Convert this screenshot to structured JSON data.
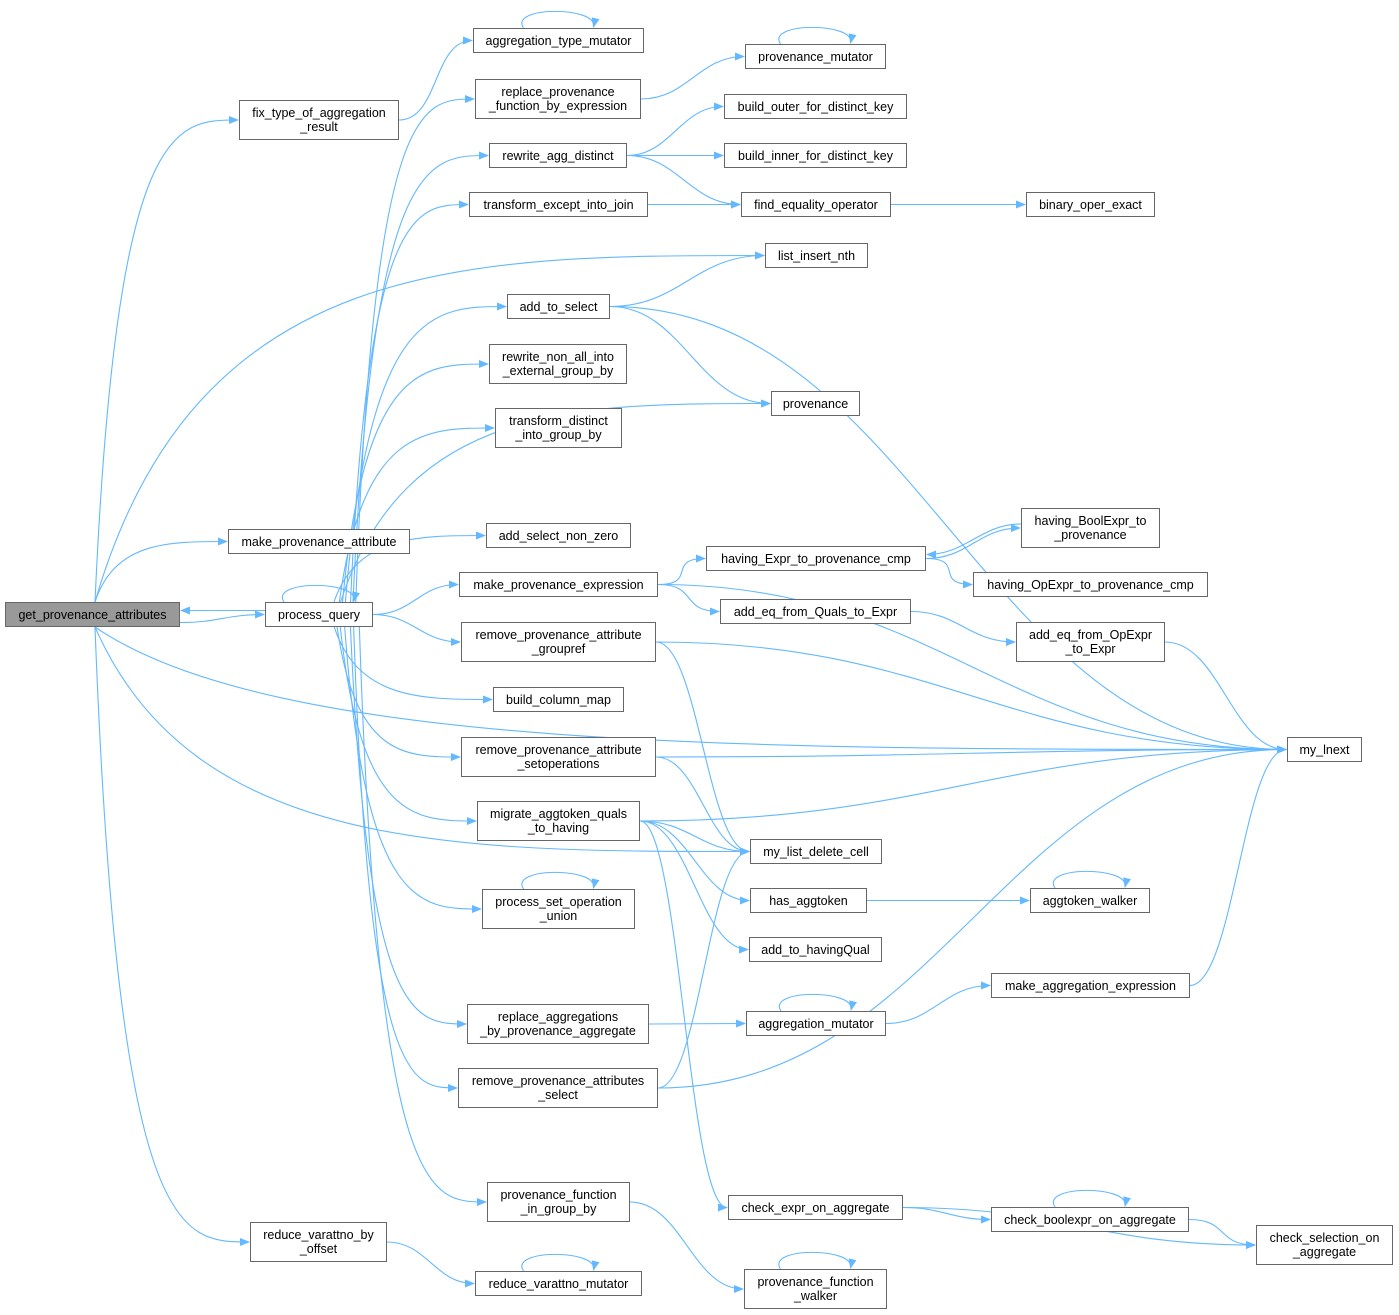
{
  "colors": {
    "edge": "#63b8ff",
    "root_fill": "#999999",
    "border": "#666666"
  },
  "root": "get_provenance_attributes",
  "nodes": {
    "get_provenance_attributes": "get_provenance_attributes",
    "fix_type_of_aggregation_result": "fix_type_of_aggregation\n_result",
    "aggregation_type_mutator": "aggregation_type_mutator",
    "provenance_mutator": "provenance_mutator",
    "replace_provenance_function_by_expression": "replace_provenance\n_function_by_expression",
    "build_outer_for_distinct_key": "build_outer_for_distinct_key",
    "rewrite_agg_distinct": "rewrite_agg_distinct",
    "build_inner_for_distinct_key": "build_inner_for_distinct_key",
    "transform_except_into_join": "transform_except_into_join",
    "find_equality_operator": "find_equality_operator",
    "binary_oper_exact": "binary_oper_exact",
    "list_insert_nth": "list_insert_nth",
    "add_to_select": "add_to_select",
    "rewrite_non_all_into_external_group_by": "rewrite_non_all_into\n_external_group_by",
    "provenance": "provenance",
    "transform_distinct_into_group_by": "transform_distinct\n_into_group_by",
    "make_provenance_attribute": "make_provenance_attribute",
    "add_select_non_zero": "add_select_non_zero",
    "having_BoolExpr_to_provenance": "having_BoolExpr_to\n_provenance",
    "having_Expr_to_provenance_cmp": "having_Expr_to_provenance_cmp",
    "make_provenance_expression": "make_provenance_expression",
    "having_OpExpr_to_provenance_cmp": "having_OpExpr_to_provenance_cmp",
    "process_query": "process_query",
    "add_eq_from_Quals_to_Expr": "add_eq_from_Quals_to_Expr",
    "remove_provenance_attribute_groupref": "remove_provenance_attribute\n_groupref",
    "add_eq_from_OpExpr_to_Expr": "add_eq_from_OpExpr\n_to_Expr",
    "build_column_map": "build_column_map",
    "my_lnext": "my_lnext",
    "remove_provenance_attribute_setoperations": "remove_provenance_attribute\n_setoperations",
    "migrate_aggtoken_quals_to_having": "migrate_aggtoken_quals\n_to_having",
    "my_list_delete_cell": "my_list_delete_cell",
    "has_aggtoken": "has_aggtoken",
    "aggtoken_walker": "aggtoken_walker",
    "process_set_operation_union": "process_set_operation\n_union",
    "add_to_havingQual": "add_to_havingQual",
    "make_aggregation_expression": "make_aggregation_expression",
    "replace_aggregations_by_provenance_aggregate": "replace_aggregations\n_by_provenance_aggregate",
    "aggregation_mutator": "aggregation_mutator",
    "remove_provenance_attributes_select": "remove_provenance_attributes\n_select",
    "provenance_function_in_group_by": "provenance_function\n_in_group_by",
    "check_expr_on_aggregate": "check_expr_on_aggregate",
    "check_boolexpr_on_aggregate": "check_boolexpr_on_aggregate",
    "check_selection_on_aggregate": "check_selection_on\n_aggregate",
    "reduce_varattno_by_offset": "reduce_varattno_by\n_offset",
    "reduce_varattno_mutator": "reduce_varattno_mutator",
    "provenance_function_walker": "provenance_function\n_walker"
  },
  "edges": [
    [
      "get_provenance_attributes",
      "fix_type_of_aggregation_result"
    ],
    [
      "get_provenance_attributes",
      "list_insert_nth"
    ],
    [
      "get_provenance_attributes",
      "make_provenance_attribute"
    ],
    [
      "get_provenance_attributes",
      "process_query"
    ],
    [
      "get_provenance_attributes",
      "my_list_delete_cell"
    ],
    [
      "get_provenance_attributes",
      "my_lnext"
    ],
    [
      "get_provenance_attributes",
      "reduce_varattno_by_offset"
    ],
    [
      "process_query",
      "get_provenance_attributes"
    ],
    [
      "process_query",
      "process_query"
    ],
    [
      "process_query",
      "replace_provenance_function_by_expression"
    ],
    [
      "process_query",
      "rewrite_agg_distinct"
    ],
    [
      "process_query",
      "transform_except_into_join"
    ],
    [
      "process_query",
      "add_to_select"
    ],
    [
      "process_query",
      "rewrite_non_all_into_external_group_by"
    ],
    [
      "process_query",
      "transform_distinct_into_group_by"
    ],
    [
      "process_query",
      "provenance"
    ],
    [
      "process_query",
      "add_select_non_zero"
    ],
    [
      "process_query",
      "make_provenance_expression"
    ],
    [
      "process_query",
      "remove_provenance_attribute_groupref"
    ],
    [
      "process_query",
      "build_column_map"
    ],
    [
      "process_query",
      "remove_provenance_attribute_setoperations"
    ],
    [
      "process_query",
      "migrate_aggtoken_quals_to_having"
    ],
    [
      "process_query",
      "process_set_operation_union"
    ],
    [
      "process_query",
      "replace_aggregations_by_provenance_aggregate"
    ],
    [
      "process_query",
      "remove_provenance_attributes_select"
    ],
    [
      "process_query",
      "provenance_function_in_group_by"
    ],
    [
      "fix_type_of_aggregation_result",
      "aggregation_type_mutator"
    ],
    [
      "aggregation_type_mutator",
      "aggregation_type_mutator"
    ],
    [
      "replace_provenance_function_by_expression",
      "provenance_mutator"
    ],
    [
      "provenance_mutator",
      "provenance_mutator"
    ],
    [
      "rewrite_agg_distinct",
      "build_outer_for_distinct_key"
    ],
    [
      "rewrite_agg_distinct",
      "build_inner_for_distinct_key"
    ],
    [
      "rewrite_agg_distinct",
      "find_equality_operator"
    ],
    [
      "transform_except_into_join",
      "find_equality_operator"
    ],
    [
      "find_equality_operator",
      "binary_oper_exact"
    ],
    [
      "add_to_select",
      "list_insert_nth"
    ],
    [
      "add_to_select",
      "provenance"
    ],
    [
      "add_to_select",
      "my_lnext"
    ],
    [
      "make_provenance_expression",
      "having_Expr_to_provenance_cmp"
    ],
    [
      "make_provenance_expression",
      "add_eq_from_Quals_to_Expr"
    ],
    [
      "make_provenance_expression",
      "my_lnext"
    ],
    [
      "having_Expr_to_provenance_cmp",
      "having_BoolExpr_to_provenance"
    ],
    [
      "having_Expr_to_provenance_cmp",
      "having_OpExpr_to_provenance_cmp"
    ],
    [
      "having_BoolExpr_to_provenance",
      "having_Expr_to_provenance_cmp"
    ],
    [
      "add_eq_from_Quals_to_Expr",
      "add_eq_from_OpExpr_to_Expr"
    ],
    [
      "add_eq_from_OpExpr_to_Expr",
      "my_lnext"
    ],
    [
      "remove_provenance_attribute_groupref",
      "my_list_delete_cell"
    ],
    [
      "remove_provenance_attribute_groupref",
      "my_lnext"
    ],
    [
      "remove_provenance_attribute_setoperations",
      "my_lnext"
    ],
    [
      "remove_provenance_attribute_setoperations",
      "my_list_delete_cell"
    ],
    [
      "migrate_aggtoken_quals_to_having",
      "my_lnext"
    ],
    [
      "migrate_aggtoken_quals_to_having",
      "my_list_delete_cell"
    ],
    [
      "migrate_aggtoken_quals_to_having",
      "has_aggtoken"
    ],
    [
      "migrate_aggtoken_quals_to_having",
      "add_to_havingQual"
    ],
    [
      "migrate_aggtoken_quals_to_having",
      "check_expr_on_aggregate"
    ],
    [
      "has_aggtoken",
      "aggtoken_walker"
    ],
    [
      "aggtoken_walker",
      "aggtoken_walker"
    ],
    [
      "process_set_operation_union",
      "process_set_operation_union"
    ],
    [
      "replace_aggregations_by_provenance_aggregate",
      "aggregation_mutator"
    ],
    [
      "aggregation_mutator",
      "aggregation_mutator"
    ],
    [
      "aggregation_mutator",
      "make_aggregation_expression"
    ],
    [
      "make_aggregation_expression",
      "my_lnext"
    ],
    [
      "remove_provenance_attributes_select",
      "my_list_delete_cell"
    ],
    [
      "remove_provenance_attributes_select",
      "my_lnext"
    ],
    [
      "provenance_function_in_group_by",
      "provenance_function_walker"
    ],
    [
      "provenance_function_walker",
      "provenance_function_walker"
    ],
    [
      "check_expr_on_aggregate",
      "check_boolexpr_on_aggregate"
    ],
    [
      "check_expr_on_aggregate",
      "check_selection_on_aggregate"
    ],
    [
      "check_boolexpr_on_aggregate",
      "check_boolexpr_on_aggregate"
    ],
    [
      "check_boolexpr_on_aggregate",
      "check_selection_on_aggregate"
    ],
    [
      "reduce_varattno_by_offset",
      "reduce_varattno_mutator"
    ],
    [
      "reduce_varattno_mutator",
      "reduce_varattno_mutator"
    ]
  ]
}
